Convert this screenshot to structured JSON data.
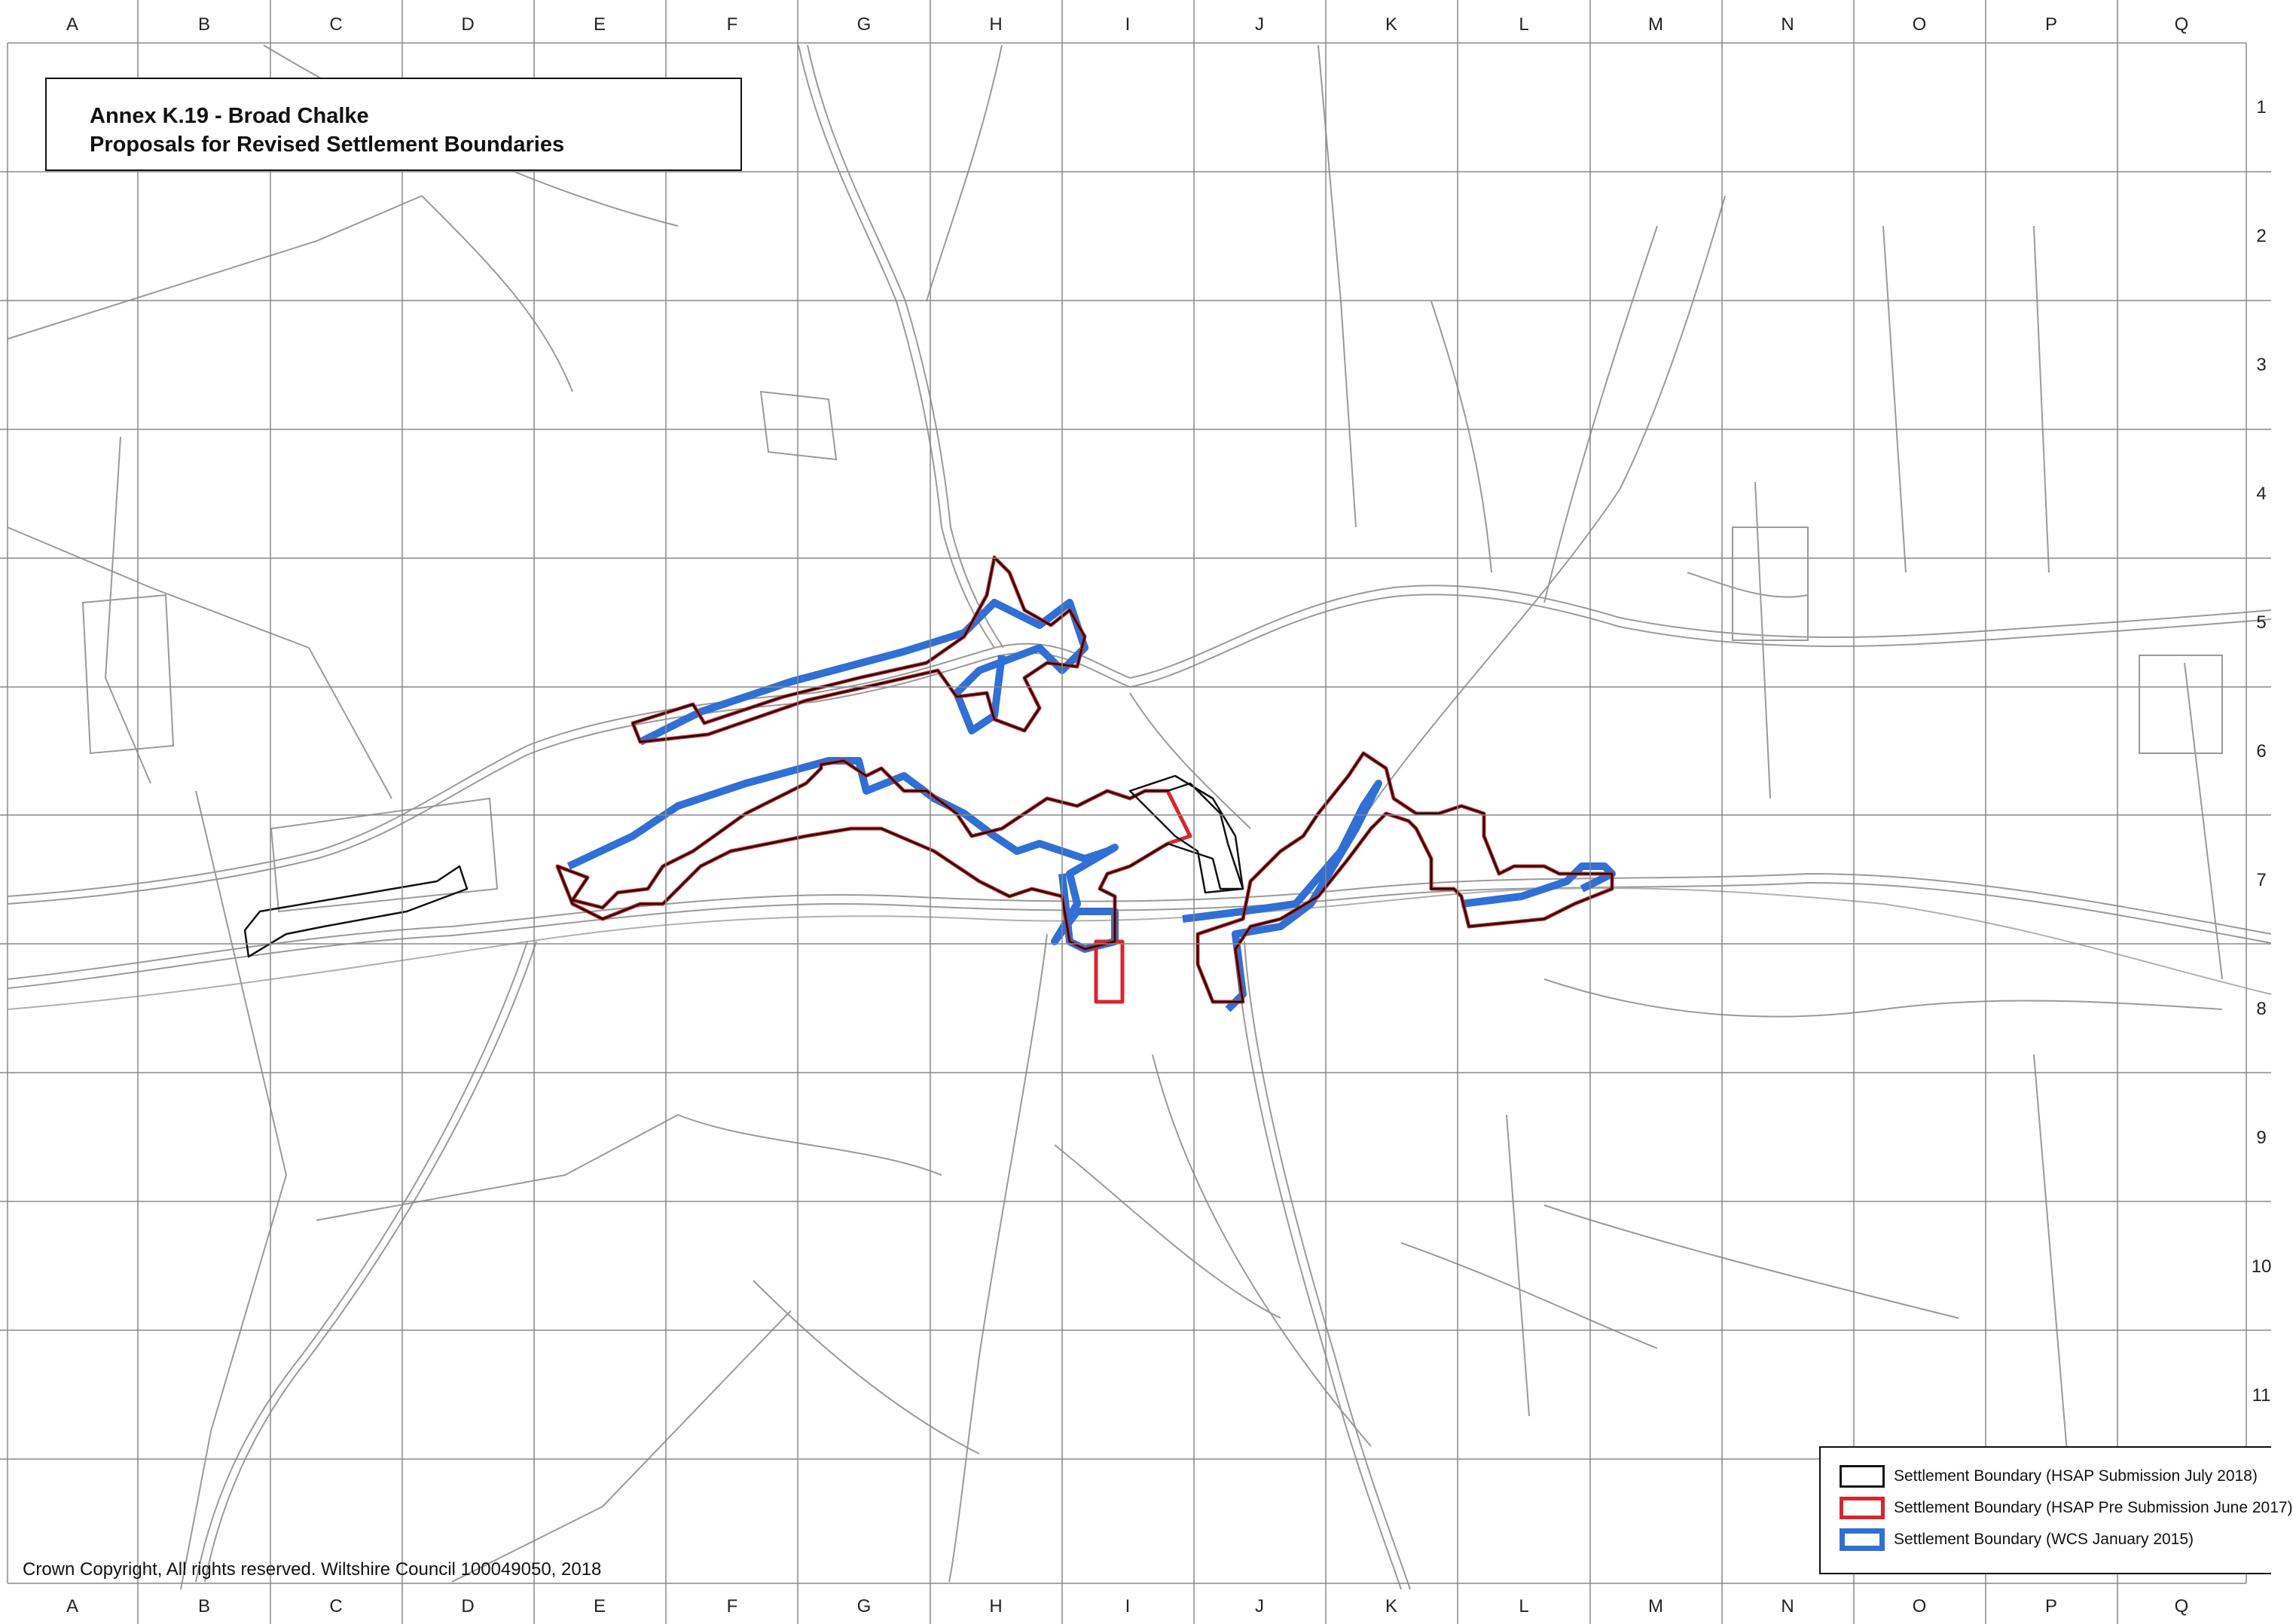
{
  "title": {
    "line1": "Annex K.19 - Broad Chalke",
    "line2": "Proposals for Revised Settlement Boundaries"
  },
  "grid": {
    "columns": [
      "A",
      "B",
      "C",
      "D",
      "E",
      "F",
      "G",
      "H",
      "I",
      "J",
      "K",
      "L",
      "M",
      "N",
      "O",
      "P",
      "Q"
    ],
    "rows": [
      "1",
      "2",
      "3",
      "4",
      "5",
      "6",
      "7",
      "8",
      "9",
      "10",
      "11"
    ]
  },
  "legend": [
    {
      "label": "Settlement Boundary (HSAP Submission July 2018)",
      "color": "#111111"
    },
    {
      "label": "Settlement Boundary (HSAP Pre Submission June 2017)",
      "color": "#d8262d"
    },
    {
      "label": "Settlement Boundary (WCS January 2015)",
      "color": "#2f6fd6"
    }
  ],
  "copyright": "Crown Copyright, All rights reserved. Wiltshire Council 100049050, 2018",
  "colors": {
    "blue_boundary": "#2f6fd6",
    "red_boundary": "#d8262d",
    "black_boundary": "#111111",
    "basemap_lines": "#9a9a9a"
  }
}
